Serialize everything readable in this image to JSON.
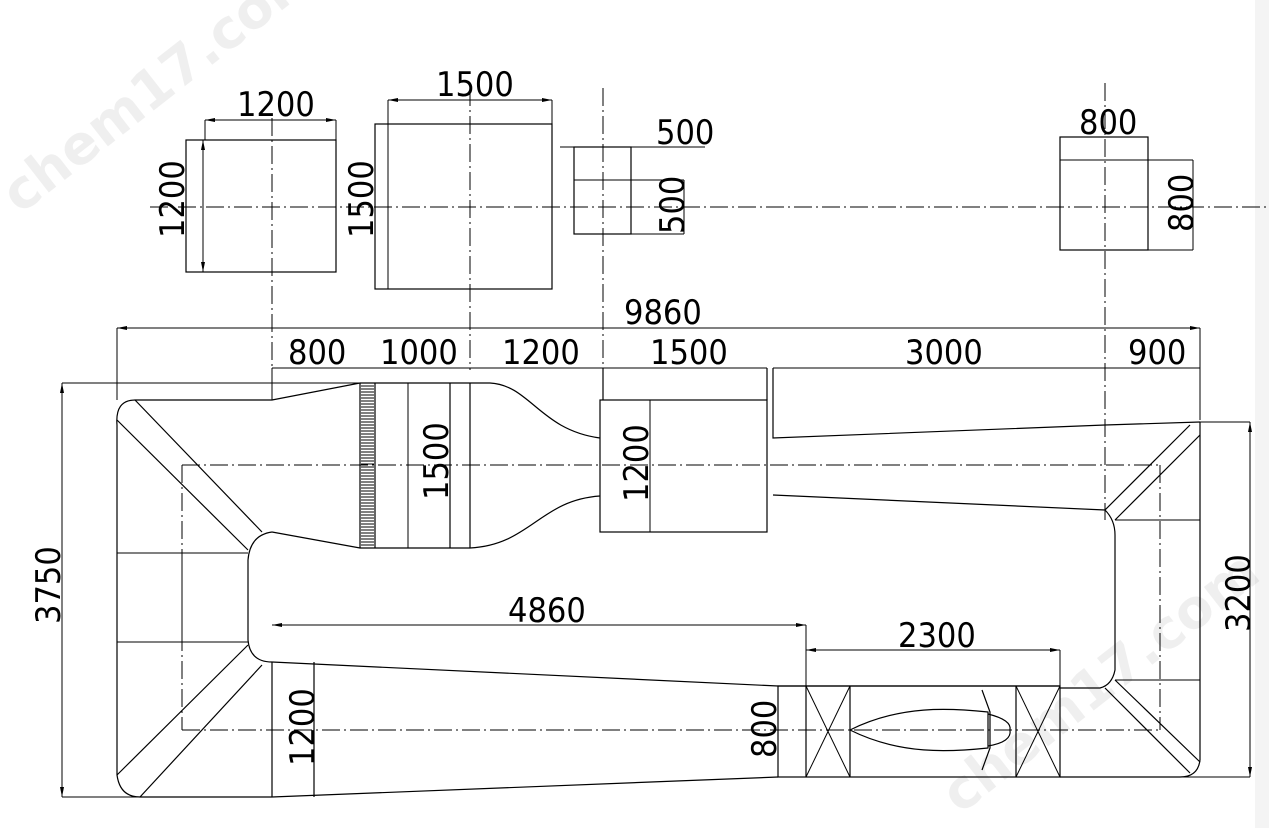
{
  "watermark": "chem17.com",
  "dimensions": {
    "top_a_width": "1200",
    "top_a_height": "1200",
    "top_b_width": "1500",
    "top_b_height": "1500",
    "top_c_width": "500",
    "top_c_height": "500",
    "top_d_width": "800",
    "top_d_height": "800",
    "overall_length": "9860",
    "seg_1": "800",
    "seg_2": "1000",
    "seg_3": "1200",
    "seg_4": "1500",
    "seg_5": "3000",
    "seg_6": "900",
    "settling_height": "1500",
    "test_section_height": "1200",
    "overall_height": "3750",
    "right_height": "3200",
    "return_length": "4860",
    "fan_length": "2300",
    "fan_height": "800",
    "return_inlet_height": "1200"
  }
}
